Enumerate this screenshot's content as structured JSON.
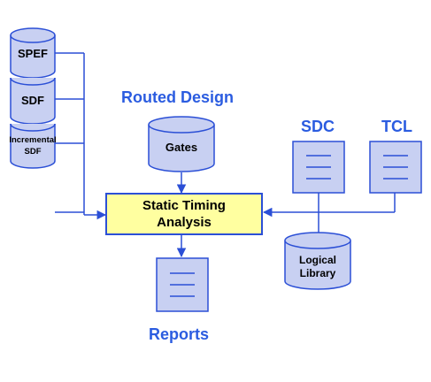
{
  "inputs_stack": {
    "spef": "SPEF",
    "sdf": "SDF",
    "incremental_sdf_line1": "Incremental",
    "incremental_sdf_line2": "SDF"
  },
  "routed_design": {
    "title": "Routed Design",
    "gates": "Gates"
  },
  "constraints": {
    "sdc": "SDC",
    "tcl": "TCL"
  },
  "library": {
    "line1": "Logical",
    "line2": "Library"
  },
  "sta": {
    "line1": "Static Timing",
    "line2": "Analysis"
  },
  "reports": {
    "title": "Reports"
  },
  "colors": {
    "blue_line": "#2b4fd6",
    "shape_fill": "#c8d0f2",
    "sta_fill": "#ffffa0",
    "title_blue": "#2b5ce0"
  }
}
